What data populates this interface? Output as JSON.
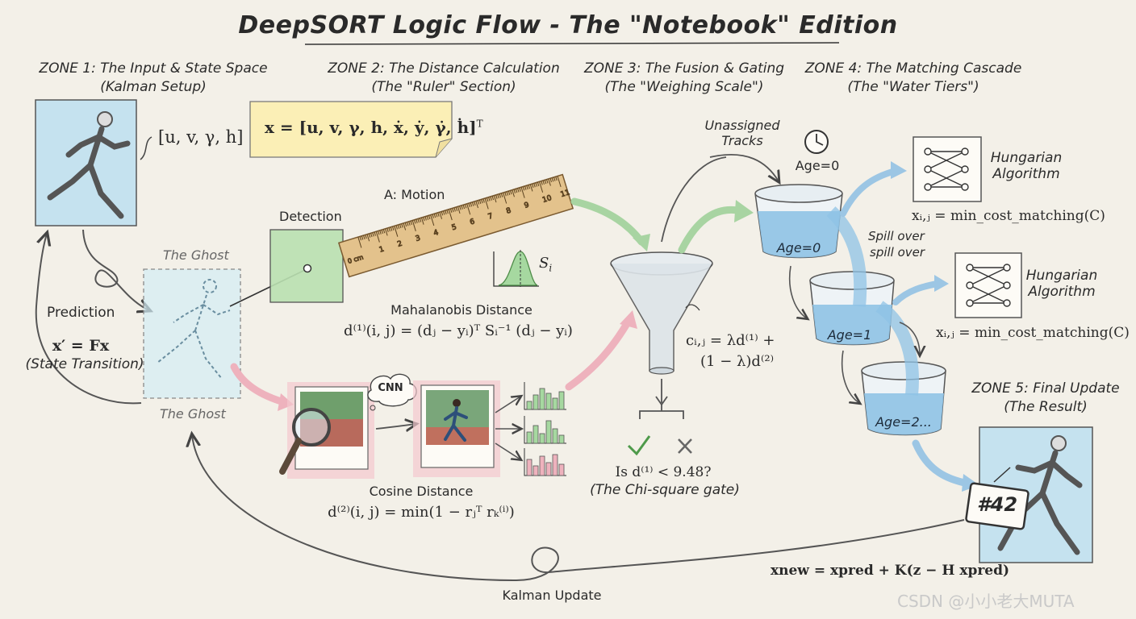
{
  "title": "DeepSORT Logic Flow - The \"Notebook\" Edition",
  "zones": [
    {
      "title": "ZONE 1: The Input & State Space",
      "subtitle": "(Kalman Setup)"
    },
    {
      "title": "ZONE 2: The Distance Calculation",
      "subtitle": "(The \"Ruler\" Section)"
    },
    {
      "title": "ZONE 3: The Fusion & Gating",
      "subtitle": "(The \"Weighing Scale\")"
    },
    {
      "title": "ZONE 4: The Matching Cascade",
      "subtitle": "(The \"Water Tiers\")"
    },
    {
      "title": "ZONE 5: Final Update",
      "subtitle": "(The Result)"
    }
  ],
  "zone1": {
    "state_vector": "[u, v, γ, h]",
    "prediction_label": "Prediction",
    "prediction_formula": "x′ = Fx",
    "state_transition": "(State Transition)",
    "ghost_top": "The Ghost",
    "ghost_bottom": "The Ghost"
  },
  "zone2": {
    "full_state": "x = [u, v, γ, h, ẋ, ẏ, γ̇, ḣ]",
    "full_state_sup": "T",
    "motion_label": "A: Motion",
    "detection_label": "Detection",
    "ruler_unit": "0 cm",
    "ruler_ticks": [
      "1",
      "2",
      "3",
      "4",
      "5",
      "6",
      "7",
      "8",
      "9",
      "10",
      "11"
    ],
    "si_label": "S",
    "si_sub": "i",
    "mahalanobis_label": "Mahalanobis Distance",
    "mahalanobis_formula": "d⁽¹⁾(i, j) = (dⱼ − yᵢ)ᵀ Sᵢ⁻¹ (dⱼ − yᵢ)",
    "cnn_label": "CNN",
    "cosine_label": "Cosine Distance",
    "cosine_formula": "d⁽²⁾(i, j) = min(1 − rⱼᵀ rₖ⁽ⁱ⁾)"
  },
  "zone3": {
    "unassigned": "Unassigned",
    "tracks": "Tracks",
    "cost_line1": "cᵢ,ⱼ = λd⁽¹⁾ +",
    "cost_line2": "(1 − λ)d⁽²⁾",
    "gate_question": "Is d⁽¹⁾ < 9.48?",
    "gate_name": "(The Chi-square gate)"
  },
  "zone4": {
    "age_top": "Age=0",
    "cups": [
      "Age=0",
      "Age=1",
      "Age=2..."
    ],
    "spill_1": "Spill over",
    "spill_2": "spill over",
    "hungarian_1_line1": "Hungarian",
    "hungarian_1_line2": "Algorithm",
    "hungarian_2_line1": "Hungarian",
    "hungarian_2_line2": "Algorithm",
    "matching_1": "xᵢ,ⱼ = min_cost_matching(C)",
    "matching_2": "xᵢ,ⱼ = min_cost_matching(C)"
  },
  "zone5": {
    "badge": "#42",
    "update_formula": "xnew = xpred + K(z − H xpred)",
    "kalman_update": "Kalman Update"
  },
  "watermark": "CSDN @小小老大MUTA",
  "colors": {
    "paper": "#f3f0e8",
    "blue_wash": "#bcdff0",
    "green_wash": "#b9e0b0",
    "pink_wash": "#f4c8cf",
    "note_yellow": "#fbefb6",
    "ruler": "#e3c28c",
    "water": "#8fc3e6",
    "arrow_green": "#a8d4a2",
    "arrow_pink": "#eeb2bd",
    "arrow_blue": "#9cc6e4"
  }
}
